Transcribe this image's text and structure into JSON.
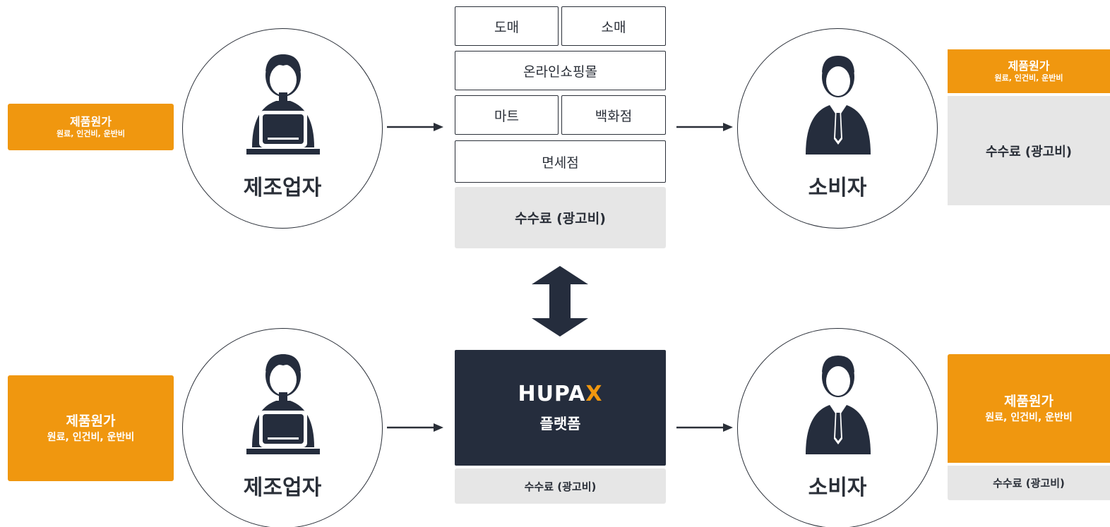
{
  "colors": {
    "orange": "#f0970f",
    "navy": "#252d3d",
    "gray_box": "#e6e6e6",
    "line": "#2a2f38"
  },
  "top_flow": {
    "manufacturer_label": "제조업자",
    "consumer_label": "소비자",
    "left_cost": {
      "title": "제품원가",
      "detail": "원료, 인건비, 운반비"
    },
    "right_cost": {
      "title": "제품원가",
      "detail": "원료, 인건비, 운반비"
    },
    "right_fee": "수수료 (광고비)",
    "channels": {
      "wholesale": "도매",
      "retail": "소매",
      "online_mall": "온라인쇼핑몰",
      "mart": "마트",
      "department_store": "백화점",
      "duty_free": "면세점"
    },
    "channel_fee": "수수료 (광고비)"
  },
  "bottom_flow": {
    "manufacturer_label": "제조업자",
    "consumer_label": "소비자",
    "left_cost": {
      "title": "제품원가",
      "detail": "원료, 인건비, 운반비"
    },
    "right_cost": {
      "title": "제품원가",
      "detail": "원료, 인건비, 운반비"
    },
    "right_fee": "수수료 (광고비)",
    "platform_logo_main": "HUPA",
    "platform_logo_x": "X",
    "platform_text": "플랫폼",
    "platform_fee": "수수료 (광고비)"
  },
  "icons": [
    "person-laptop-icon",
    "person-suit-icon",
    "arrow-right-icon",
    "double-arrow-vertical-icon"
  ]
}
